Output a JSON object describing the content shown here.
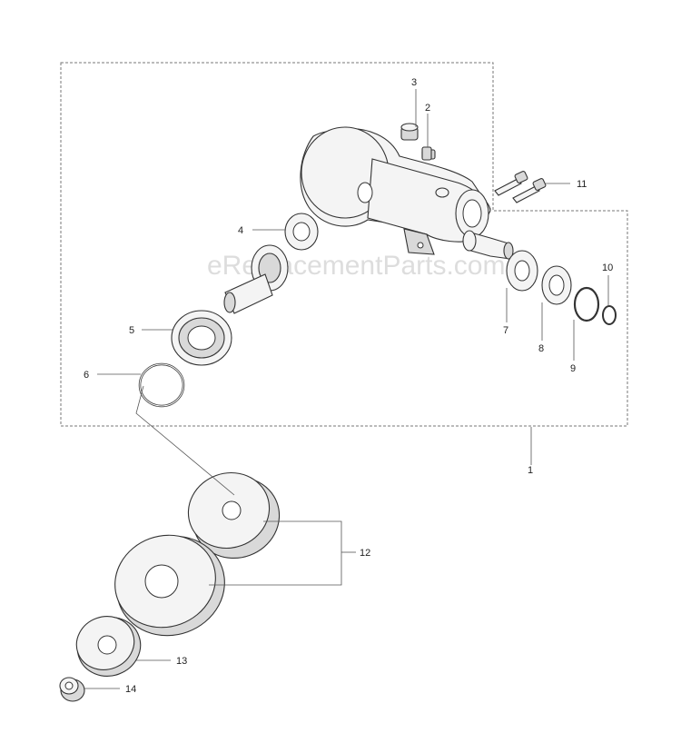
{
  "watermark": "eReplacementParts.com",
  "callouts": {
    "c1": "1",
    "c2": "2",
    "c3": "3",
    "c4": "4",
    "c5": "5",
    "c6": "6",
    "c7": "7",
    "c8": "8",
    "c9": "9",
    "c10": "10",
    "c11": "11",
    "c12": "12",
    "c13": "13",
    "c14": "14"
  }
}
